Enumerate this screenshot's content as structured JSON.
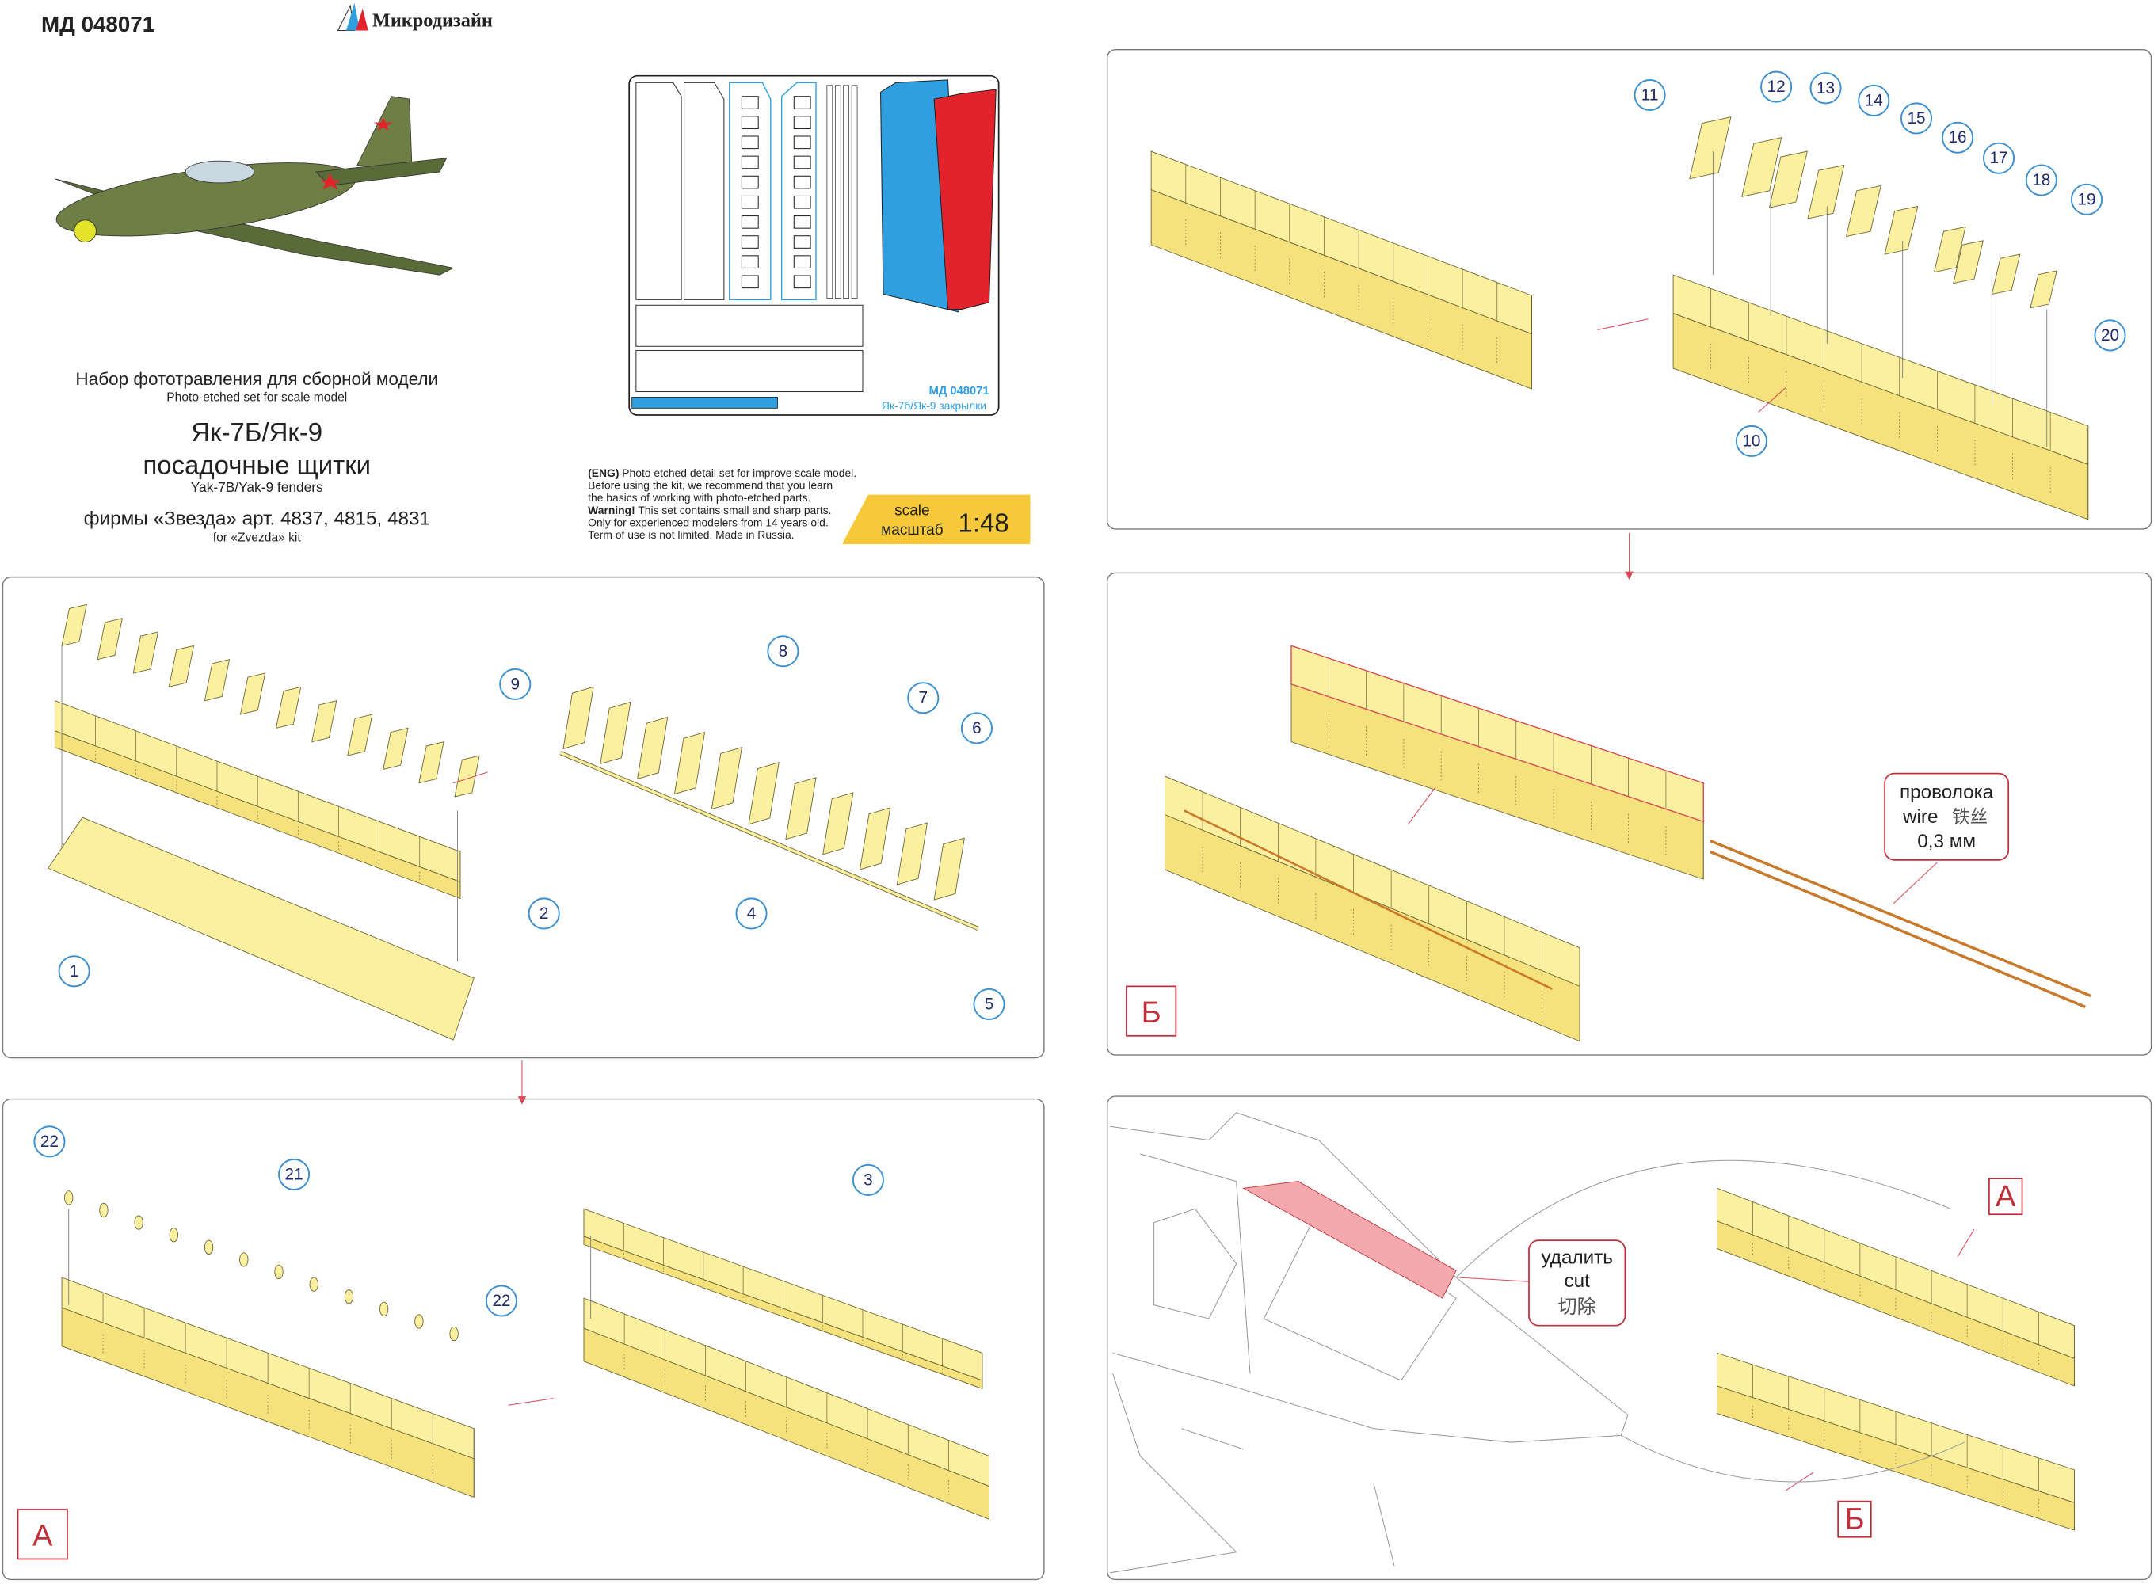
{
  "header": {
    "code": "МД 048071",
    "brand": "Микродизайн"
  },
  "title": {
    "line_ru": "Набор фототравления для сборной модели",
    "line_en": "Photo-etched set for scale model",
    "model": "Як-7Б/Як-9",
    "subject_ru": "посадочные щитки",
    "subject_en": "Yak-7B/Yak-9 fenders",
    "kit_ru": "фирмы «Звезда» арт. 4837, 4815, 4831",
    "kit_en": "for «Zvezda» kit"
  },
  "eng_note": {
    "l1_bold": "(ENG)",
    "l1": " Photo etched detail set for improve scale model.",
    "l2": "Before using the kit, we recommend that you learn",
    "l3": "the basics of working with photo-etched parts.",
    "l4_bold": "Warning!",
    "l4": " This set contains small and sharp parts.",
    "l5": "Only for experienced modelers from 14 years old.",
    "l6": "Term of use is not limited. Made in Russia."
  },
  "scale": {
    "label_en": "scale",
    "label_ru": "масштаб",
    "value": "1:48",
    "color": "#f7c93a"
  },
  "fret": {
    "code": "МД 048071",
    "name": "Як-7б/Як-9 закрылки",
    "blue": "#2f9fe0",
    "red": "#e3232b"
  },
  "callouts": {
    "panel1": [
      "9",
      "8",
      "7",
      "6",
      "2",
      "4",
      "1",
      "5"
    ],
    "panelA": [
      "22",
      "21",
      "3",
      "22"
    ],
    "panel3": [
      "11",
      "12",
      "13",
      "14",
      "15",
      "16",
      "17",
      "18",
      "19",
      "20",
      "10"
    ]
  },
  "markers": {
    "panel_b": "Б",
    "panel_a": "А",
    "final_a": "А",
    "final_b": "Б"
  },
  "wire": {
    "ru": "проволока",
    "en": "wire",
    "cn": "铁丝",
    "size": "0,3 мм",
    "color": "#c87a2a"
  },
  "cut": {
    "ru": "удалить",
    "en": "cut",
    "cn": "切除",
    "color": "#f4a9ad"
  }
}
